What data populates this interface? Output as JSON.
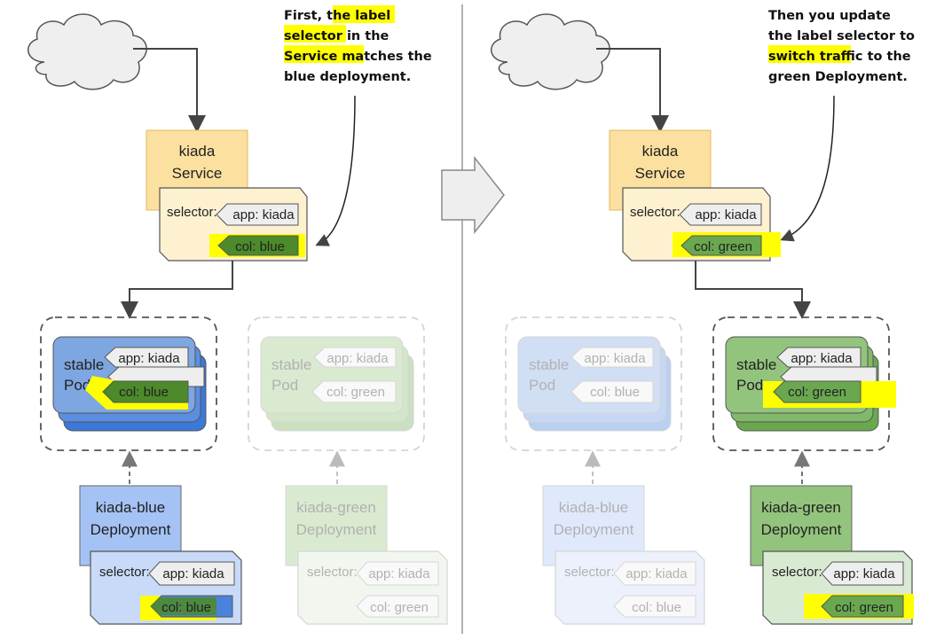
{
  "left": {
    "annotation": [
      "First, the label",
      "selector in the",
      "Service matches the",
      "blue deployment."
    ],
    "service": {
      "title": [
        "kiada",
        "Service"
      ],
      "selector_label": "selector:",
      "labels": [
        "app: kiada",
        "col: blue"
      ]
    },
    "pod_active": {
      "title": [
        "stable",
        "Pod"
      ],
      "labels": [
        "app: kiada",
        "col: blue"
      ]
    },
    "pod_inactive": {
      "title": [
        "stable",
        "Pod"
      ],
      "labels": [
        "app: kiada",
        "col: green"
      ]
    },
    "deployment_active": {
      "title": [
        "kiada-blue",
        "Deployment"
      ],
      "selector_label": "selector:",
      "labels": [
        "app: kiada",
        "col: blue"
      ]
    },
    "deployment_inactive": {
      "title": [
        "kiada-green",
        "Deployment"
      ],
      "selector_label": "selector:",
      "labels": [
        "app: kiada",
        "col: green"
      ]
    }
  },
  "right": {
    "annotation": [
      "Then you update",
      "the label selector to",
      "switch traffic to the",
      "green Deployment."
    ],
    "service": {
      "title": [
        "kiada",
        "Service"
      ],
      "selector_label": "selector:",
      "labels": [
        "app: kiada",
        "col: green"
      ]
    },
    "pod_inactive": {
      "title": [
        "stable",
        "Pod"
      ],
      "labels": [
        "app: kiada",
        "col: blue"
      ]
    },
    "pod_active": {
      "title": [
        "stable",
        "Pod"
      ],
      "labels": [
        "app: kiada",
        "col: green"
      ]
    },
    "deployment_inactive": {
      "title": [
        "kiada-blue",
        "Deployment"
      ],
      "selector_label": "selector:",
      "labels": [
        "app: kiada",
        "col: blue"
      ]
    },
    "deployment_active": {
      "title": [
        "kiada-green",
        "Deployment"
      ],
      "selector_label": "selector:",
      "labels": [
        "app: kiada",
        "col: green"
      ]
    }
  },
  "colors": {
    "service_bg": "#fbe0a0",
    "service_selector_bg": "#fdf1d0",
    "blue_pod": "#7ea6e0",
    "blue_deploy": "#c9daf8",
    "green_pod": "#93c47d",
    "green_deploy": "#d9ead3",
    "highlight": "#ffff00",
    "blue_label": "#3c78d8",
    "green_label": "#6aa84f",
    "label_white": "#eeeeee"
  }
}
